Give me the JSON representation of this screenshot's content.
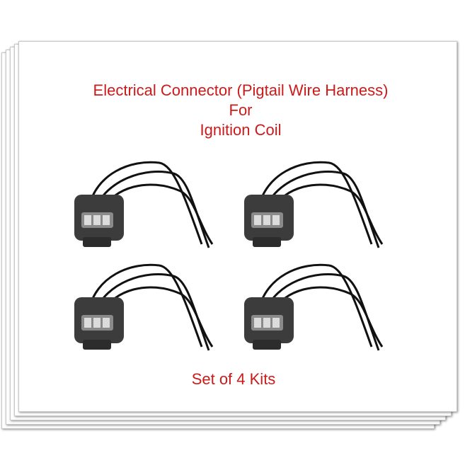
{
  "listing": {
    "title_line_1": "Electrical Connector (Pigtail Wire Harness)",
    "title_line_2": "For",
    "title_line_3": "Ignition Coil",
    "footer": "Set of 4 Kits"
  },
  "product_images": [
    {
      "name": "connector-kit-1"
    },
    {
      "name": "connector-kit-2"
    },
    {
      "name": "connector-kit-3"
    },
    {
      "name": "connector-kit-4"
    }
  ],
  "colors": {
    "title_text": "#cc1a1a",
    "connector_body": "#3c3c3c",
    "wire": "#111111"
  }
}
